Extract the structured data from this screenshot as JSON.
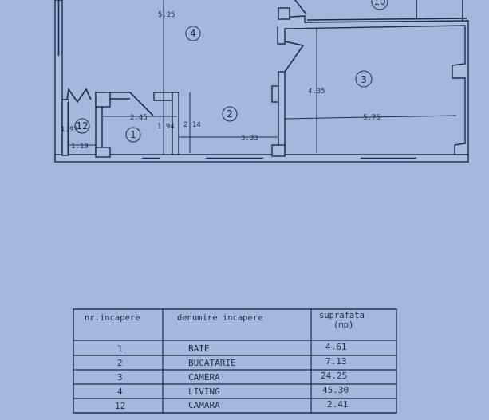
{
  "plan": {
    "rooms": [
      {
        "number": "4"
      },
      {
        "number": "12"
      },
      {
        "number": "1"
      },
      {
        "number": "2"
      },
      {
        "number": "3"
      },
      {
        "number": "10"
      }
    ],
    "dimensions": {
      "d_525": "5.25",
      "d_193": "1.93",
      "d_119": "1.19",
      "d_245": "2.45",
      "d_194": "1.94",
      "d_214": "2.14",
      "d_333": "3.33",
      "d_435": "4.35",
      "d_575": "5.75"
    }
  },
  "table": {
    "headers": [
      "nr.incapere",
      "denumire incapere",
      "suprafata",
      "(mp)"
    ],
    "rows": [
      {
        "nr": "1",
        "name": "BAIE",
        "area": "4.61"
      },
      {
        "nr": "2",
        "name": "BUCATARIE",
        "area": "7.13"
      },
      {
        "nr": "3",
        "name": "CAMERA",
        "area": "24.25"
      },
      {
        "nr": "4",
        "name": "LIVING",
        "area": "45.30"
      },
      {
        "nr": "12",
        "name": "CAMARA",
        "area": "2.41"
      }
    ]
  }
}
